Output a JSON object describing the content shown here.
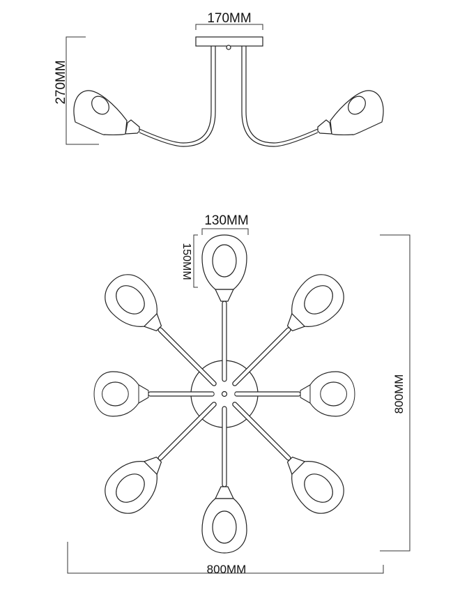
{
  "side_view": {
    "width_label": "170MM",
    "height_label": "270MM"
  },
  "top_view": {
    "shade_width_label": "130MM",
    "shade_height_label": "150MM",
    "overall_height_label": "800MM",
    "overall_width_label": "800MM",
    "arm_count": 8
  }
}
